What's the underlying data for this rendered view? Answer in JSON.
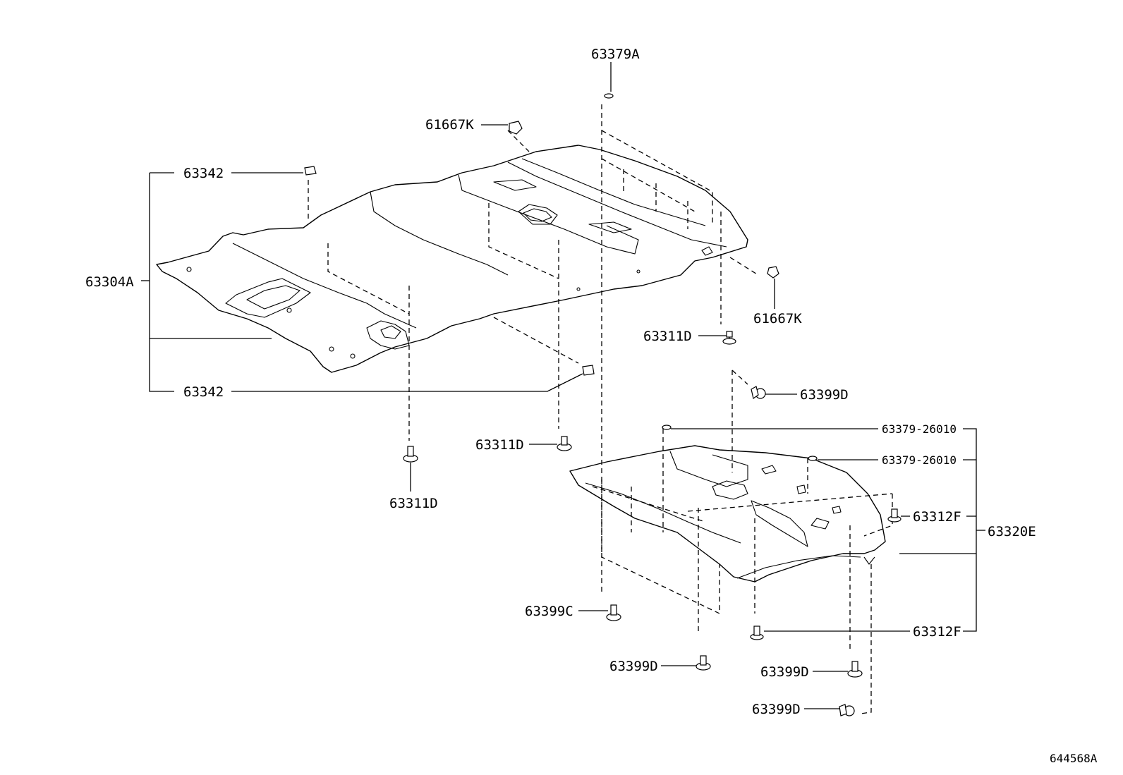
{
  "diagram_id": "644568A",
  "callouts": {
    "c_63379A": "63379A",
    "c_61667K_top": "61667K",
    "c_61667K_right": "61667K",
    "c_63342_top": "63342",
    "c_63342_bottom": "63342",
    "c_63304A": "63304A",
    "c_63311D_right": "63311D",
    "c_63311D_center": "63311D",
    "c_63311D_left": "63311D",
    "c_63399D_top": "63399D",
    "c_63379_26010_a": "63379-26010",
    "c_63379_26010_b": "63379-26010",
    "c_63312F_upper": "63312F",
    "c_63312F_lower": "63312F",
    "c_63320E": "63320E",
    "c_63399C": "63399C",
    "c_63399D_a": "63399D",
    "c_63399D_b": "63399D",
    "c_63399D_c": "63399D"
  }
}
